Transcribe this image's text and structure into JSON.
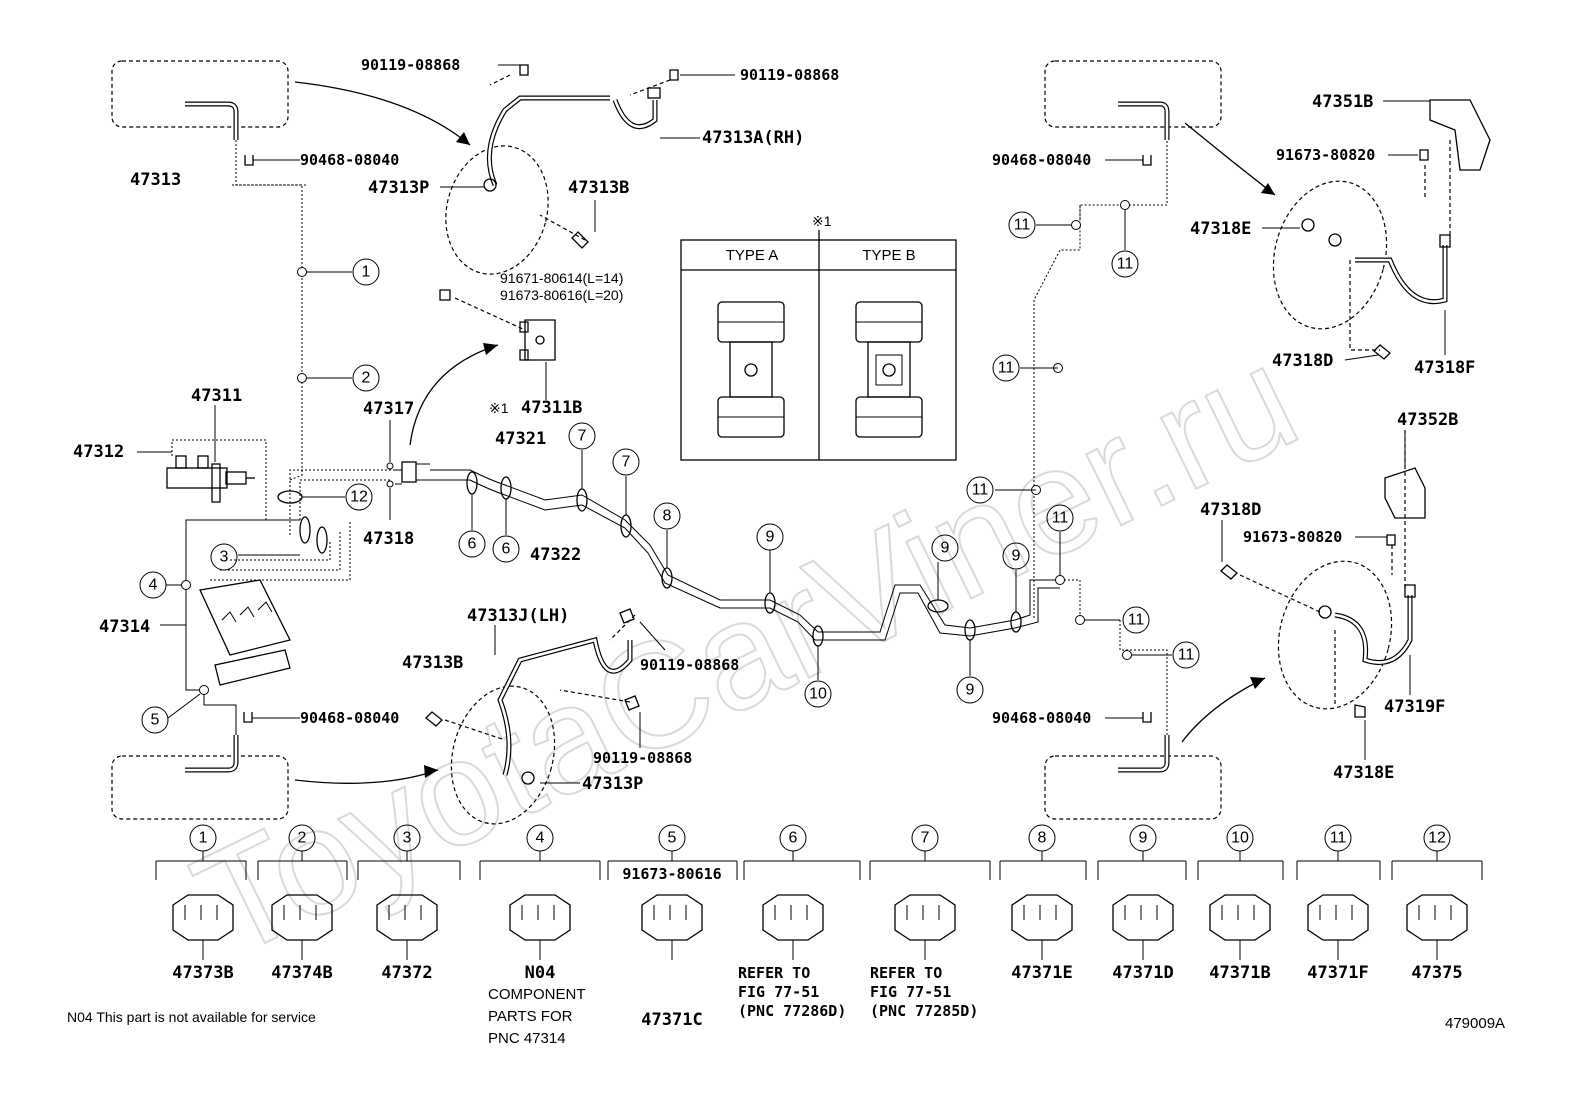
{
  "watermark": "ToyotaCarViner.ru",
  "figure_id": "479009A",
  "footnote": "N04 This part is not available for service",
  "mark_label": "※1",
  "type_box": {
    "mark": "※1",
    "type_a": "TYPE A",
    "type_b": "TYPE B"
  },
  "callouts": {
    "p47313": "47313",
    "p90468_tl": "90468-08040",
    "p90119_a": "90119-08868",
    "p90119_b": "90119-08868",
    "p47313a": "47313A(RH)",
    "p47313p_top": "47313P",
    "p47313b_top": "47313B",
    "p91671": "91671-80614(L=14)",
    "p91673_a": "91673-80616(L=20)",
    "p47311b": "47311B",
    "p47311b_mark": "※1",
    "p47311": "47311",
    "p47312": "47312",
    "p47317": "47317",
    "p47318": "47318",
    "p47321": "47321",
    "p47322": "47322",
    "p47314": "47314",
    "p47313j": "47313J(LH)",
    "p47313b_bot": "47313B",
    "p90119_c": "90119-08868",
    "p90119_d": "90119-08868",
    "p90468_bl": "90468-08040",
    "p47313p_bot": "47313P",
    "p90468_tr": "90468-08040",
    "p47351b": "47351B",
    "p91673_b": "91673-80820",
    "p47318e_top": "47318E",
    "p47318d_top": "47318D",
    "p47318f": "47318F",
    "p47352b": "47352B",
    "p47318d_bot": "47318D",
    "p91673_c": "91673-80820",
    "p47319f": "47319F",
    "p47318e_bot": "47318E",
    "p90468_br": "90468-08040"
  },
  "clips": [
    {
      "num": "1",
      "part": "47373B"
    },
    {
      "num": "2",
      "part": "47374B"
    },
    {
      "num": "3",
      "part": "47372"
    },
    {
      "num": "4",
      "part": "N04",
      "note": [
        "COMPONENT",
        "PARTS FOR",
        "PNC 47314"
      ]
    },
    {
      "num": "5",
      "part": "47371C",
      "top": "91673-80616"
    },
    {
      "num": "6",
      "part": "",
      "note": [
        "REFER TO",
        "FIG 77-51",
        "(PNC 77286D)"
      ]
    },
    {
      "num": "7",
      "part": "",
      "note": [
        "REFER TO",
        "FIG 77-51",
        "(PNC 77285D)"
      ]
    },
    {
      "num": "8",
      "part": "47371E"
    },
    {
      "num": "9",
      "part": "47371D"
    },
    {
      "num": "10",
      "part": "47371B"
    },
    {
      "num": "11",
      "part": "47371F"
    },
    {
      "num": "12",
      "part": "47375"
    }
  ]
}
